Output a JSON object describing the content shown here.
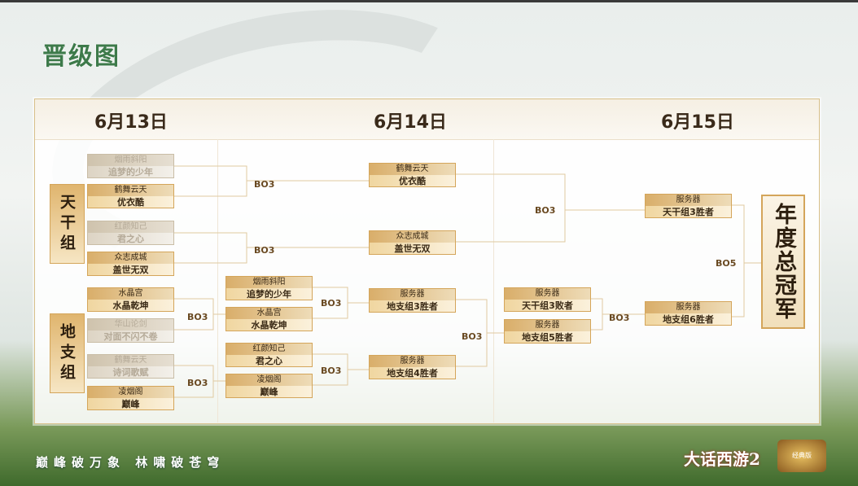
{
  "title": "晋级图",
  "dates": [
    "6月13日",
    "6月14日",
    "6月15日"
  ],
  "groups": {
    "tiangan": "天干组",
    "dizhi": "地支组"
  },
  "champion": "年度总冠军",
  "round1": [
    {
      "server": "烟雨斜阳",
      "team": "追梦的少年",
      "status": "lose"
    },
    {
      "server": "鹤舞云天",
      "team": "优衣酷",
      "status": "win"
    },
    {
      "server": "红颜知己",
      "team": "君之心",
      "status": "lose"
    },
    {
      "server": "众志成城",
      "team": "盖世无双",
      "status": "win"
    },
    {
      "server": "水晶宫",
      "team": "水晶乾坤",
      "status": "win"
    },
    {
      "server": "华山论剑",
      "team": "对面不闪不卷",
      "status": "lose"
    },
    {
      "server": "鹤舞云天",
      "team": "诗词歌赋",
      "status": "lose"
    },
    {
      "server": "凌烟阁",
      "team": "巅峰",
      "status": "win"
    }
  ],
  "round2": [
    {
      "server": "烟雨斜阳",
      "team": "追梦的少年"
    },
    {
      "server": "水晶宫",
      "team": "水晶乾坤"
    },
    {
      "server": "红颜知己",
      "team": "君之心"
    },
    {
      "server": "凌烟阁",
      "team": "巅峰"
    }
  ],
  "round3": [
    {
      "server": "鹤舞云天",
      "team": "优衣酷"
    },
    {
      "server": "众志成城",
      "team": "盖世无双"
    },
    {
      "server": "服务器",
      "team": "地支组3胜者"
    },
    {
      "server": "服务器",
      "team": "地支组4胜者"
    }
  ],
  "round4": [
    {
      "server": "服务器",
      "team": "天干组3败者"
    },
    {
      "server": "服务器",
      "team": "地支组5胜者"
    }
  ],
  "round5": [
    {
      "server": "服务器",
      "team": "天干组3胜者"
    },
    {
      "server": "服务器",
      "team": "地支组6胜者"
    }
  ],
  "formats": [
    "BO3",
    "BO3",
    "BO3",
    "BO3",
    "BO3",
    "BO3",
    "BO3",
    "BO3",
    "BO3",
    "BO5"
  ],
  "footer": {
    "slogan": "巅峰破万象  林啸破苍穹",
    "logo": "大话西游2",
    "logo2": "经典版"
  }
}
